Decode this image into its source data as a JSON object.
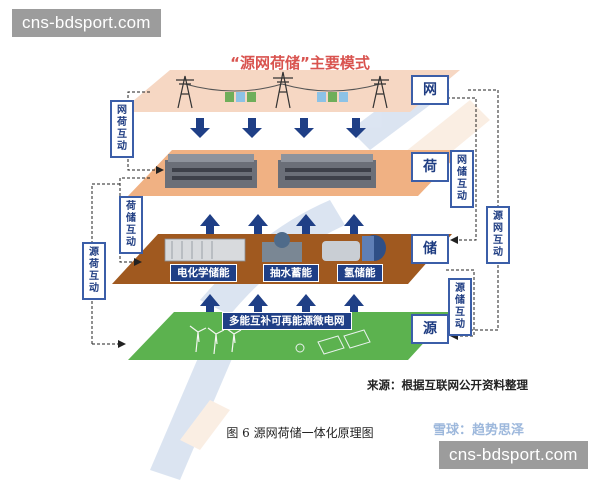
{
  "site_badge_top": "cns-bdsport.com",
  "site_badge_bottom": "cns-bdsport.com",
  "title": "“源网荷储”主要模式",
  "layers": {
    "grid": "网",
    "load": "荷",
    "storage": "储",
    "source": "源"
  },
  "interactions": {
    "grid_load": "网荷互动",
    "load_storage": "荷储互动",
    "source_load": "源荷互动",
    "grid_storage": "网储互动",
    "source_grid": "源网互动",
    "source_storage": "源储互动"
  },
  "storage_types": [
    "电化学储能",
    "抽水蓄能",
    "氢储能"
  ],
  "source_banner": "多能互补可再能源微电网",
  "source_note": "来源：根据互联网公开资料整理",
  "caption": "图 6  源网荷储一体化原理图",
  "watermark_brand": "雪球：趋势思泽",
  "colors": {
    "grid_layer": "#f6d7c3",
    "load_layer": "#f0b183",
    "storage_layer": "#a0591f",
    "source_layer": "#5cb24f",
    "tag_border": "#3b5ea8",
    "arrow_dark": "#1f3f86",
    "title_red": "#d9534f"
  },
  "icons": [
    "transmission-tower-icon",
    "factory-icon",
    "battery-container-icon",
    "pump-icon",
    "hydrogen-tank-icon",
    "wind-turbine-icon",
    "solar-panel-icon"
  ]
}
